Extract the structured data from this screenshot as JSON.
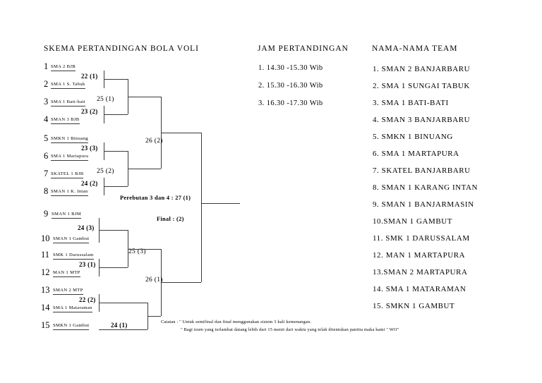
{
  "headings": {
    "bracket": "SKEMA PERTANDINGAN BOLA VOLI",
    "schedule": "JAM PERTANDINGAN",
    "teams": "NAMA-NAMA TEAM"
  },
  "schedule": [
    "1. 14.30 -15.30 Wib",
    "2. 15.30 -16.30 Wib",
    "3. 16.30 -17.30 Wib"
  ],
  "teams": [
    "1. SMAN 2 BANJARBARU",
    "2. SMA 1 SUNGAI TABUK",
    "3. SMA 1 BATI-BATI",
    "4. SMAN 3 BANJARBARU",
    "5. SMKN 1 BINUANG",
    "6. SMA 1 MARTAPURA",
    "7. SKATEL BANJARBARU",
    "8. SMAN 1 KARANG INTAN",
    "9. SMAN 1 BANJARMASIN",
    "10.SMAN 1 GAMBUT",
    "11. SMK 1 DARUSSALAM",
    "12. MAN 1 MARTAPURA",
    "13.SMAN 2 MARTAPURA",
    "14. SMA 1 MATARAMAN",
    "15. SMKN 1 GAMBUT"
  ],
  "seeds": [
    {
      "num": "1",
      "name": "SMA 2 BJB"
    },
    {
      "num": "2",
      "name": "SMA 1  S. Tabuk"
    },
    {
      "num": "3",
      "name": "SMA 1 Bati-bati"
    },
    {
      "num": "4",
      "name": "SMAN  3  BJB"
    },
    {
      "num": "5",
      "name": "SMKN 1 Binuang"
    },
    {
      "num": "6",
      "name": "SMA 1 Martapura"
    },
    {
      "num": "7",
      "name": "SKATEL   1  BJB"
    },
    {
      "num": "8",
      "name": "SMAN   1  K. Intan"
    },
    {
      "num": "9",
      "name": "SMAN 1 BJM"
    },
    {
      "num": "10",
      "name": "SMAN 1 Gambut"
    },
    {
      "num": "11",
      "name": "SMK 1 Darussalam"
    },
    {
      "num": "12",
      "name": "MAN  1 MTP"
    },
    {
      "num": "13",
      "name": "SMAN  2  MTP"
    },
    {
      "num": "14",
      "name": "SMA 1 Mataraman"
    },
    {
      "num": "15",
      "name": "SMKN 1 Gambut"
    }
  ],
  "round1": [
    {
      "code": "22  (1)"
    },
    {
      "code": "23  (2)"
    },
    {
      "code": "23  (3)"
    },
    {
      "code": "24  (2)"
    },
    {
      "code": "24  (3)"
    },
    {
      "code": "23  (1)"
    },
    {
      "code": "22  (2)"
    },
    {
      "code": "24 (1)"
    }
  ],
  "round2": [
    {
      "code": "25 (1)"
    },
    {
      "code": "25 (2)"
    },
    {
      "code": "25 (3)"
    }
  ],
  "round3": [
    {
      "code": "26 (2)"
    },
    {
      "code": "26  (1)"
    }
  ],
  "finals": {
    "third_place": "Perebutan 3 dan 4  :  27  (1)",
    "final": "Final :        (2)"
  },
  "notes": {
    "line1": "Catatan : '' Untuk semifinal dan final menggunakan sistem  3 kali kemenangan.",
    "line2_a": "'' Bagi ",
    "line2_i": "team",
    "line2_b": " yang terlambat datang  lebih dari 15 menit dari waktu yang telah ditentukan panitia maka kami '' WO''"
  },
  "colors": {
    "line": "#3a3a3a",
    "text": "#000000",
    "background": "#ffffff"
  }
}
